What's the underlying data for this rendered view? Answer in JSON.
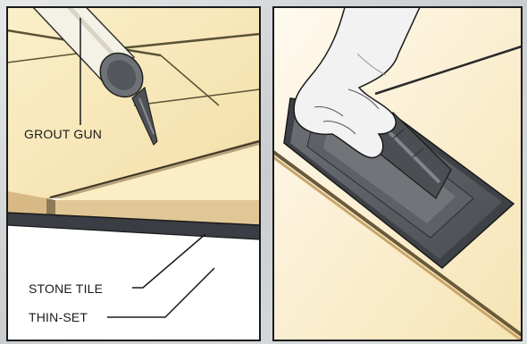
{
  "labels": {
    "grout_gun": "GROUT GUN",
    "stone_tile": "STONE TILE",
    "thin_set": "THIN-SET"
  },
  "colors": {
    "background": "#cfd3d5",
    "panel_border": "#1a1a1a",
    "tile_top": "#fbeec4",
    "tile_edge": "#d8b986",
    "thin_set": "#3b3d44",
    "grout_float": "#55595e",
    "glove": "#f2f2f2",
    "grout_gun_tube": "#f4f1e7"
  }
}
